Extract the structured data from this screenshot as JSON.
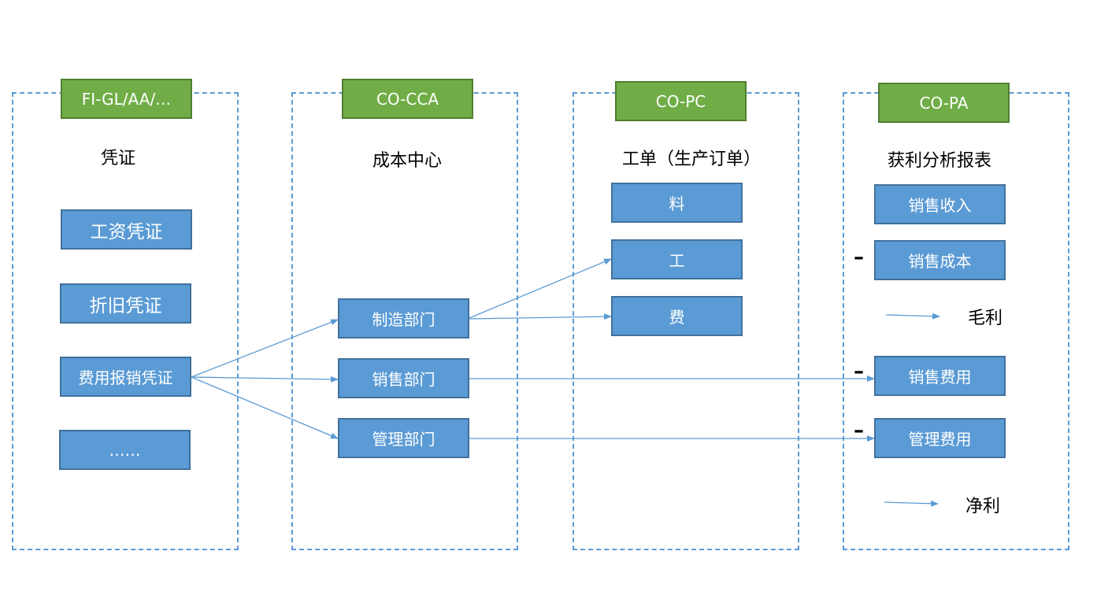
{
  "columns": [
    {
      "header": "FI-GL/AA/…",
      "subtitle": "凭证"
    },
    {
      "header": "CO-CCA",
      "subtitle": "成本中心"
    },
    {
      "header": "CO-PC",
      "subtitle": "工单（生产订单）"
    },
    {
      "header": "CO-PA",
      "subtitle": "获利分析报表"
    }
  ],
  "vouchers": [
    "工资凭证",
    "折旧凭证",
    "费用报销凭证",
    "……"
  ],
  "cost_centers": [
    "制造部门",
    "销售部门",
    "管理部门"
  ],
  "work_order": [
    "料",
    "工",
    "费"
  ],
  "profit": {
    "sales_revenue": "销售收入",
    "sales_cost": "销售成本",
    "gross_profit": "毛利",
    "sales_expense": "销售费用",
    "admin_expense": "管理费用",
    "net_profit": "净利",
    "minus": "–"
  },
  "colors": {
    "header": "#70ad47",
    "box": "#5b9bd5",
    "arrow": "#5b9bd5",
    "dash": "#5b9bd5"
  }
}
